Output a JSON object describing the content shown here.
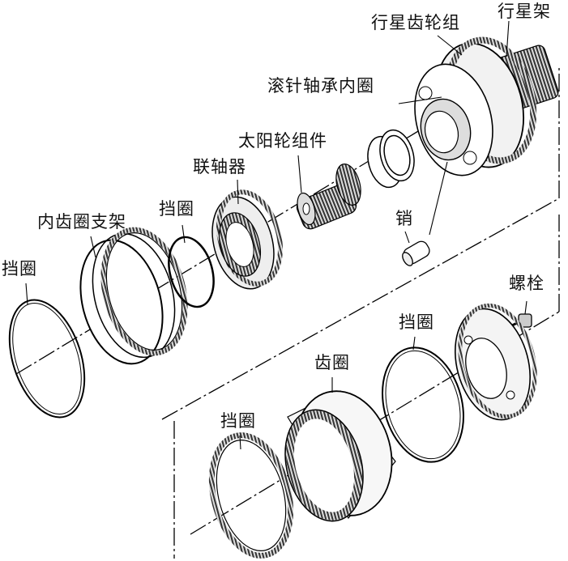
{
  "labels": {
    "planet_gear_set": "行星齿轮组",
    "planet_carrier": "行星架",
    "needle_bearing_inner_race": "滚针轴承内圈",
    "sun_gear_assembly": "太阳轮组件",
    "coupling": "联轴器",
    "retaining_ring_upper": "挡圈",
    "ring_gear_support": "内齿圈支架",
    "retaining_ring_left": "挡圈",
    "pin": "销",
    "bolt": "螺栓",
    "retaining_ring_right": "挡圈",
    "ring_gear": "齿圈",
    "retaining_ring_bottom": "挡圈"
  }
}
